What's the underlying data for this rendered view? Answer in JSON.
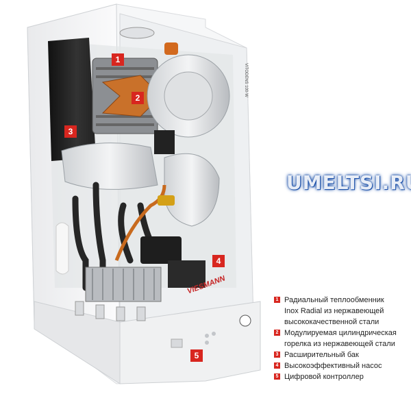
{
  "image": {
    "brand_label": "VIESMANN",
    "model_label": "VITODENS 100-W",
    "watermark": "UMELTSI.RU"
  },
  "markers": [
    "1",
    "2",
    "3",
    "4",
    "5"
  ],
  "legend": [
    {
      "num": "1",
      "lines": [
        "Радиальный теплообменник",
        "Inox Radial из нержавеющей",
        "высококачественной стали"
      ]
    },
    {
      "num": "2",
      "lines": [
        "Модулируемая цилиндрическая",
        "горелка из нержавеющей стали"
      ]
    },
    {
      "num": "3",
      "lines": [
        "Расширительный бак"
      ]
    },
    {
      "num": "4",
      "lines": [
        "Высокоэффективный насос"
      ]
    },
    {
      "num": "5",
      "lines": [
        "Цифровой контроллер"
      ]
    }
  ],
  "colors": {
    "marker": "#d8261f",
    "housing": "#f4f5f6",
    "pipes": "#2b2b2b",
    "heat_exchanger": "#c9712a",
    "watermark_glow": "#1a4fa8"
  }
}
